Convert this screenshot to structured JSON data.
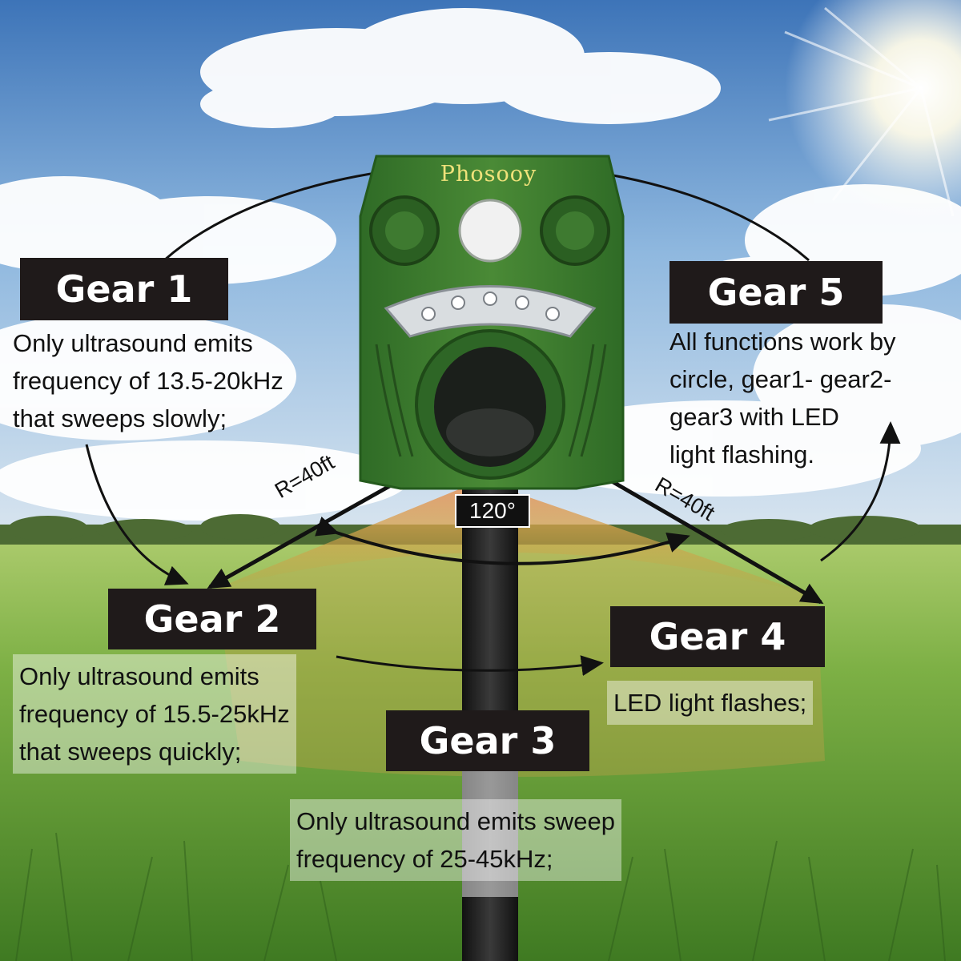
{
  "brand": "Phosooy",
  "angle": "120°",
  "radius_left": "R=40ft",
  "radius_right": "R=40ft",
  "gears": [
    {
      "label": "Gear 1",
      "lines": [
        "Only ultrasound emits",
        "frequency of 13.5-20kHz",
        "that sweeps slowly;"
      ]
    },
    {
      "label": "Gear 2",
      "lines": [
        "Only ultrasound emits",
        "frequency of 15.5-25kHz",
        "that sweeps quickly;"
      ]
    },
    {
      "label": "Gear 3",
      "lines": [
        "Only ultrasound emits sweep",
        "frequency of 25-45kHz;"
      ]
    },
    {
      "label": "Gear 4",
      "lines": [
        "LED light flashes;"
      ]
    },
    {
      "label": "Gear 5",
      "lines": [
        "All functions work by",
        "circle, gear1- gear2-",
        "gear3 with LED",
        "light flashing."
      ]
    }
  ],
  "colors": {
    "device": "#3f7d2e",
    "label_bg": "#1f1a1a",
    "sky": "#4f86c4",
    "grass": "#6ea83a"
  }
}
